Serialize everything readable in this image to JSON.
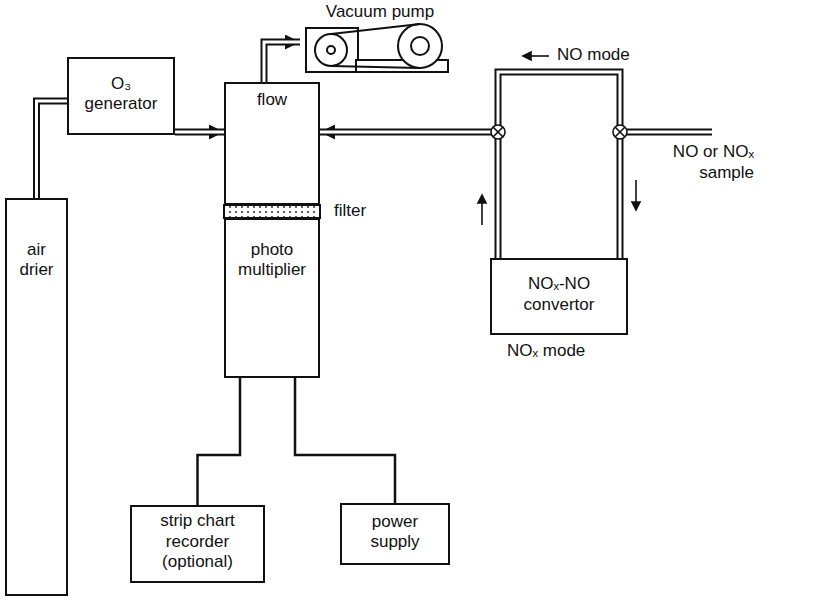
{
  "diagram": {
    "nodes": [
      {
        "text": [
          "Vacuum pump"
        ]
      },
      {
        "text": [
          "O₃ generator"
        ]
      },
      {
        "text": [
          "flow"
        ]
      },
      {
        "text": [
          "photo multiplier"
        ]
      },
      {
        "text": [
          "NOₓ-NO convertor"
        ]
      },
      {
        "text": [
          "air drier"
        ]
      },
      {
        "text": [
          "strip chart recorder (optional)"
        ]
      },
      {
        "text": [
          "power supply"
        ]
      }
    ],
    "edges": [
      {
        "from": 5,
        "to": 1,
        "arrow": "none"
      },
      {
        "from": 1,
        "to": 2,
        "arrow": "to"
      },
      {
        "from": 4,
        "to": 2,
        "arrow": "to"
      },
      {
        "from": 2,
        "to": 0,
        "arrow": "to"
      },
      {
        "from": 3,
        "to": 6,
        "arrow": "none"
      },
      {
        "from": 3,
        "to": 7,
        "arrow": "none"
      }
    ],
    "labels": [
      "filter",
      "NO mode",
      "NOₓ mode",
      "NO or NOₓ sample"
    ]
  }
}
